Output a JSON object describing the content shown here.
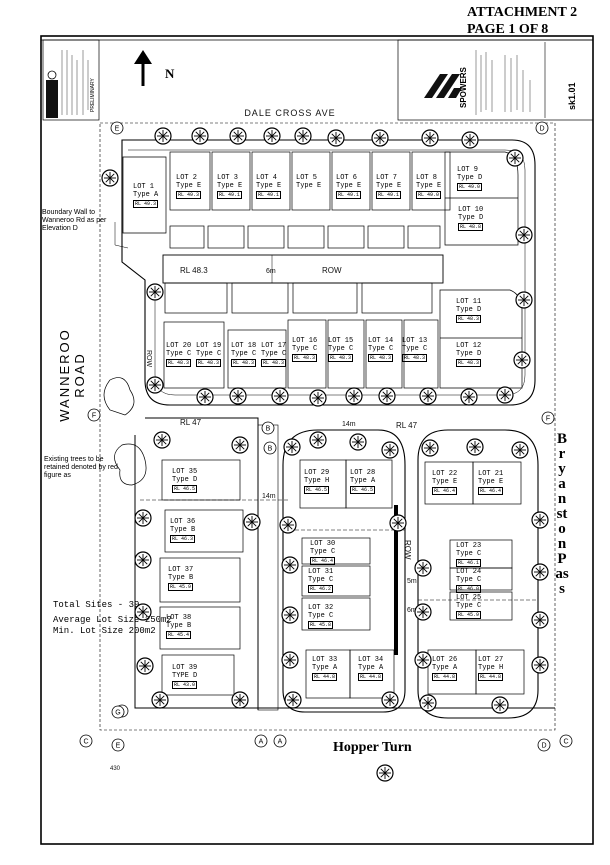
{
  "header": {
    "attachment": "ATTACHMENT 2",
    "page": "PAGE 1 OF 8"
  },
  "north_label": "N",
  "titleblock": {
    "firm": "SPOWERS",
    "sheet": "sk1.01",
    "stamp": "PRELIMINARY"
  },
  "roads": {
    "top": "DALE CROSS AVE",
    "left": "WANNEROO ROAD",
    "right": "Bryanston Pass",
    "bottom": "Hopper Turn"
  },
  "internal": {
    "rl_upper": "RL 48.3",
    "width_upper": "6m",
    "row_upper": "ROW",
    "row_left": "ROW",
    "rl_mid_left": "RL 47",
    "rl_mid_right": "RL 47",
    "width_mid": "14m",
    "width_left": "14m",
    "row_vertical": "ROW",
    "width_5m": "5m",
    "width_6m": "6m",
    "bottom_code": "430"
  },
  "notes": {
    "boundary": "Boundary Wall to Wanneroo Rd as per Elevation D",
    "trees": "Existing trees to be retained denoted by red figure as"
  },
  "stats": {
    "total": "Total Sites - 39",
    "avg": "Average Lot Size 250m2",
    "min": "Min. Lot Size 200m2"
  },
  "section_markers": [
    "E",
    "E",
    "D",
    "D",
    "F",
    "F",
    "B",
    "A",
    "B",
    "A",
    "G",
    "C",
    "C",
    "G"
  ],
  "lots": [
    {
      "lot": "LOT 1",
      "type": "Type A",
      "rl": "RL 49.3"
    },
    {
      "lot": "LOT 2",
      "type": "Type E",
      "rl": "RL 49.3"
    },
    {
      "lot": "LOT 3",
      "type": "Type E",
      "rl": "RL 49.1"
    },
    {
      "lot": "LOT 4",
      "type": "Type E",
      "rl": "RL 49.1"
    },
    {
      "lot": "LOT 5",
      "type": "Type E",
      "rl": ""
    },
    {
      "lot": "LOT 6",
      "type": "Type E",
      "rl": "RL 49.1"
    },
    {
      "lot": "LOT 7",
      "type": "Type E",
      "rl": "RL 49.1"
    },
    {
      "lot": "LOT 8",
      "type": "Type E",
      "rl": "RL 49.0"
    },
    {
      "lot": "LOT 9",
      "type": "Type D",
      "rl": "RL 49.0"
    },
    {
      "lot": "LOT 10",
      "type": "Type D",
      "rl": "RL 48.8"
    },
    {
      "lot": "LOT 11",
      "type": "Type D",
      "rl": "RL 48.3"
    },
    {
      "lot": "LOT 12",
      "type": "Type D",
      "rl": "RL 48.3"
    },
    {
      "lot": "LOT 13",
      "type": "Type C",
      "rl": "RL 48.3"
    },
    {
      "lot": "LOT 14",
      "type": "Type C",
      "rl": "RL 48.3"
    },
    {
      "lot": "LOT 15",
      "type": "Type C",
      "rl": "RL 48.3"
    },
    {
      "lot": "LOT 16",
      "type": "Type C",
      "rl": "RL 48.3"
    },
    {
      "lot": "LOT 17",
      "type": "Type C",
      "rl": "RL 48.3"
    },
    {
      "lot": "LOT 18",
      "type": "Type C",
      "rl": "RL 48.3"
    },
    {
      "lot": "LOT 19",
      "type": "Type C",
      "rl": "RL 48.3"
    },
    {
      "lot": "LOT 20",
      "type": "Type C",
      "rl": "RL 48.3"
    },
    {
      "lot": "LOT 21",
      "type": "Type E",
      "rl": "RL 46.4"
    },
    {
      "lot": "LOT 22",
      "type": "Type E",
      "rl": "RL 46.4"
    },
    {
      "lot": "LOT 23",
      "type": "Type C",
      "rl": "RL 46.1"
    },
    {
      "lot": "LOT 24",
      "type": "Type C",
      "rl": "RL 46.0"
    },
    {
      "lot": "LOT 25",
      "type": "Type C",
      "rl": "RL 45.9"
    },
    {
      "lot": "LOT 26",
      "type": "Type A",
      "rl": "RL 44.8"
    },
    {
      "lot": "LOT 27",
      "type": "Type H",
      "rl": "RL 44.8"
    },
    {
      "lot": "LOT 28",
      "type": "Type A",
      "rl": "RL 46.5"
    },
    {
      "lot": "LOT 29",
      "type": "Type H",
      "rl": "RL 46.5"
    },
    {
      "lot": "LOT 30",
      "type": "Type C",
      "rl": "RL 46.4"
    },
    {
      "lot": "LOT 31",
      "type": "Type C",
      "rl": "RL 46.2"
    },
    {
      "lot": "LOT 32",
      "type": "Type C",
      "rl": "RL 45.8"
    },
    {
      "lot": "LOT 33",
      "type": "Type A",
      "rl": "RL 44.8"
    },
    {
      "lot": "LOT 34",
      "type": "Type A",
      "rl": "RL 44.8"
    },
    {
      "lot": "LOT 35",
      "type": "Type D",
      "rl": "RL 46.5"
    },
    {
      "lot": "LOT 36",
      "type": "Type B",
      "rl": "RL 46.3"
    },
    {
      "lot": "LOT 37",
      "type": "Type B",
      "rl": "RL 45.9"
    },
    {
      "lot": "LOT 38",
      "type": "Type B",
      "rl": "RL 45.4"
    },
    {
      "lot": "LOT 39",
      "type": "TYPE D",
      "rl": "RL 43.0"
    }
  ]
}
